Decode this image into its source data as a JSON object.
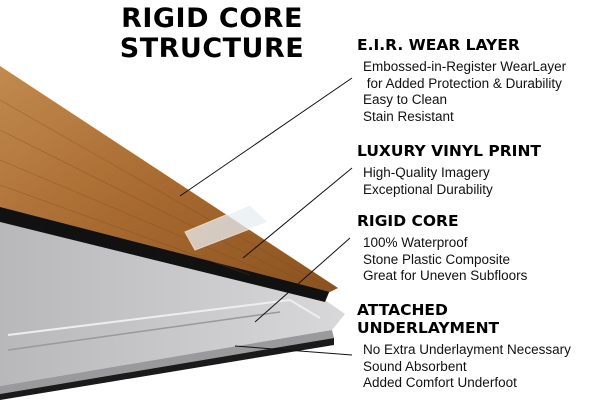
{
  "title": [
    "RIGID CORE",
    "STRUCTURE"
  ],
  "sections": [
    {
      "heading": [
        "E.I.R. WEAR LAYER"
      ],
      "lines": [
        "Embossed-in-Register WearLayer",
        " for Added Protection & Durability",
        "Easy to Clean",
        "Stain Resistant"
      ]
    },
    {
      "heading": [
        "LUXURY VINYL PRINT"
      ],
      "lines": [
        "High-Quality Imagery",
        "Exceptional Durability"
      ]
    },
    {
      "heading": [
        "RIGID CORE"
      ],
      "lines": [
        "100% Waterproof",
        "Stone Plastic Composite",
        "Great for Uneven Subfloors"
      ]
    },
    {
      "heading": [
        "ATTACHED",
        "UNDERLAYMENT"
      ],
      "lines": [
        "No Extra Underlayment Necessary",
        "Sound Absorbent",
        "Added Comfort Underfoot"
      ]
    }
  ],
  "colors": {
    "wood": "#a8692e",
    "core": "#c9c9cb",
    "underlayment": "#1a1a1a"
  }
}
